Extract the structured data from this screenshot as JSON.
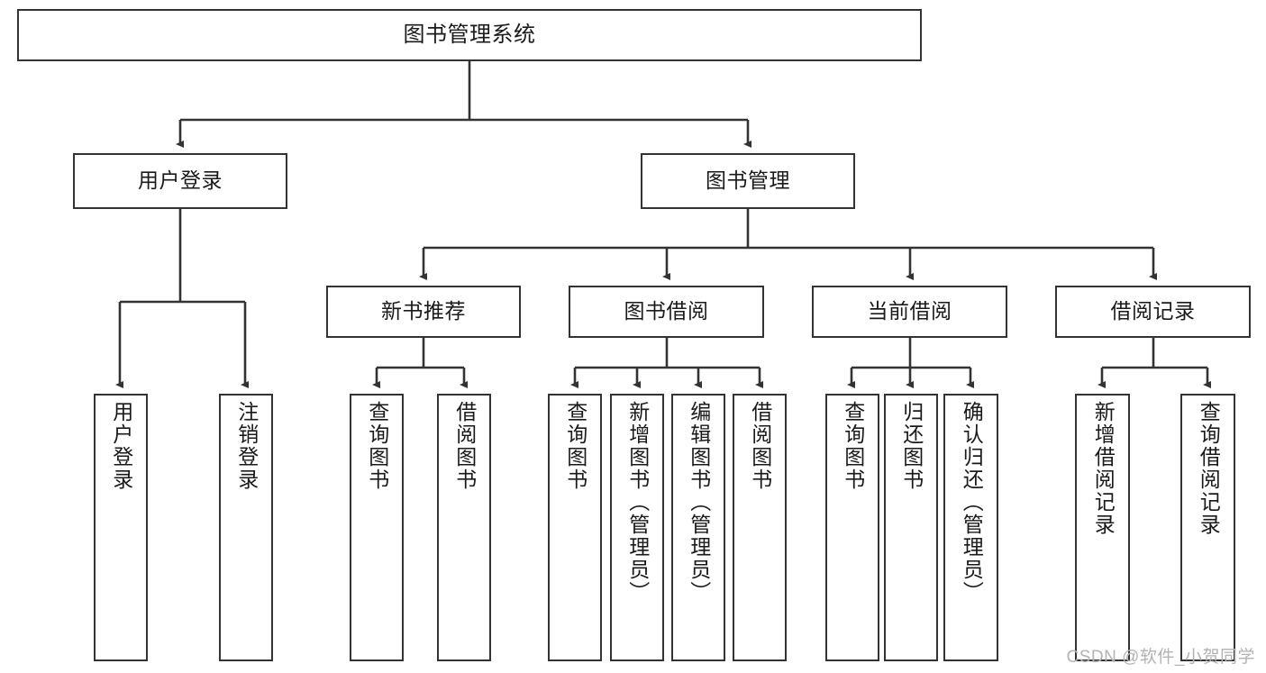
{
  "diagram": {
    "title": "图书管理系统",
    "watermark": "CSDN @软件_小贺同学",
    "line_color": "#333333",
    "box_fill": "#ffffff",
    "text_color": "#1a1a1a",
    "watermark_color": "#b3b3b3"
  },
  "nodes": {
    "root": {
      "label": "图书管理系统"
    },
    "level2": [
      {
        "label": "用户登录"
      },
      {
        "label": "图书管理"
      }
    ],
    "level3": [
      {
        "label": "新书推荐"
      },
      {
        "label": "图书借阅"
      },
      {
        "label": "当前借阅"
      },
      {
        "label": "借阅记录"
      }
    ],
    "leaves": {
      "user_login": [
        {
          "label": "用户登录"
        },
        {
          "label": "注销登录"
        }
      ],
      "new_book_recommend": [
        {
          "label": "查询图书"
        },
        {
          "label": "借阅图书"
        }
      ],
      "book_borrow": [
        {
          "label": "查询图书"
        },
        {
          "label": "新增图书（管理员）"
        },
        {
          "label": "编辑图书（管理员）"
        },
        {
          "label": "借阅图书"
        }
      ],
      "current_borrow": [
        {
          "label": "查询图书"
        },
        {
          "label": "归还图书"
        },
        {
          "label": "确认归还（管理员）"
        }
      ],
      "borrow_record": [
        {
          "label": "新增借阅记录"
        },
        {
          "label": "查询借阅记录"
        }
      ]
    }
  }
}
